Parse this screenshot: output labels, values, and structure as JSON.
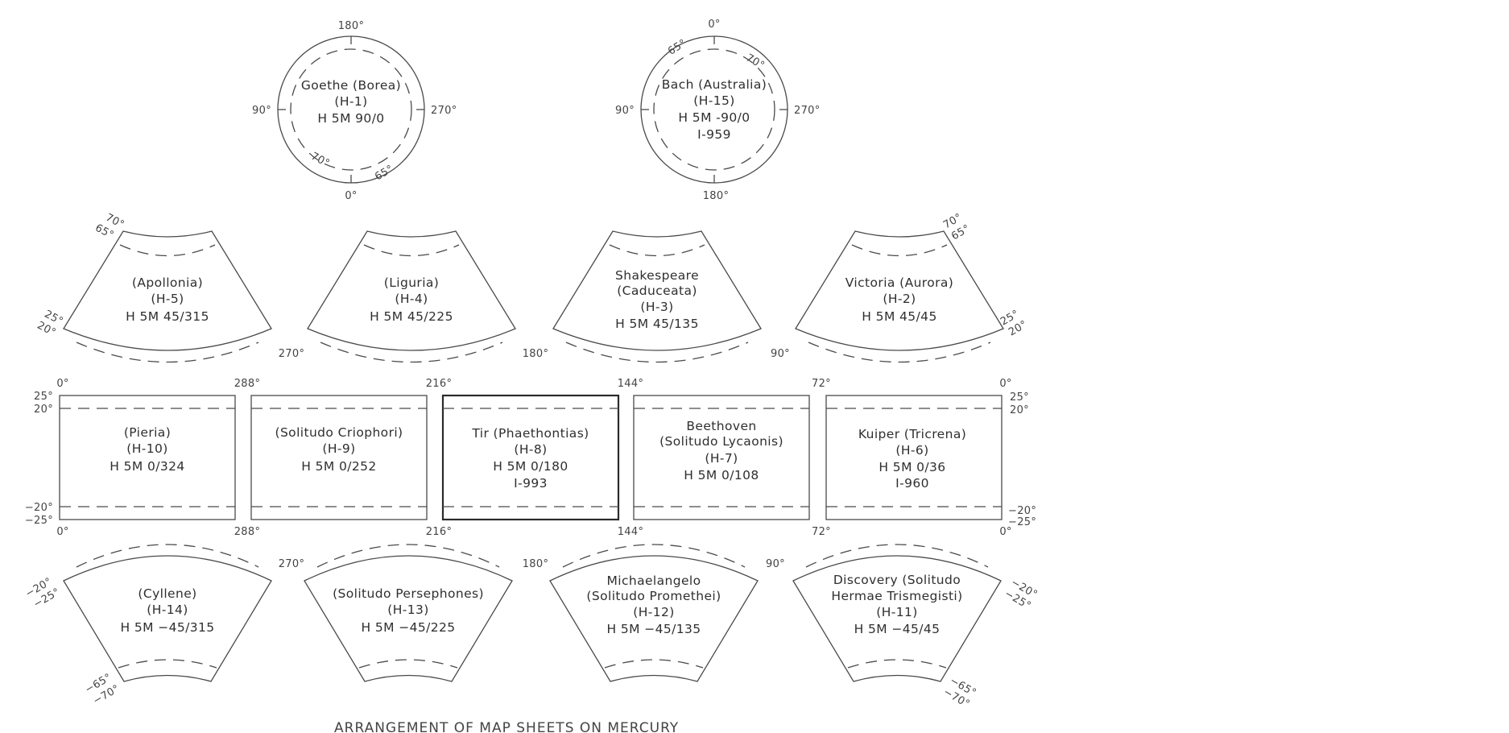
{
  "title": "ARRANGEMENT OF MAP SHEETS ON MERCURY",
  "polar": {
    "north": {
      "lines": [
        "Goethe (Borea)",
        "(H-1)",
        "H 5M 90/0"
      ],
      "deg": {
        "top": "180°",
        "bottom": "0°",
        "left": "90°",
        "right": "270°",
        "lat70": "70°",
        "lat65": "65°"
      }
    },
    "south": {
      "lines": [
        "Bach (Australia)",
        "(H-15)",
        "H 5M -90/0",
        "I-959"
      ],
      "deg": {
        "top": "0°",
        "bottom": "180°",
        "left": "90°",
        "right": "270°",
        "lat65": "65°",
        "lat70": "70°"
      }
    }
  },
  "north_fans": [
    {
      "lines": [
        "(Apollonia)",
        "(H-5)",
        "H 5M 45/315"
      ]
    },
    {
      "lines": [
        "(Liguria)",
        "(H-4)",
        "H 5M 45/225"
      ]
    },
    {
      "lines": [
        "Shakespeare",
        "(Caduceata)",
        "(H-3)",
        "H 5M 45/135"
      ]
    },
    {
      "lines": [
        "Victoria (Aurora)",
        "(H-2)",
        "H 5M 45/45"
      ]
    }
  ],
  "north_fan_deg": {
    "l70": "70°",
    "l65": "65°",
    "l25": "25°",
    "l20": "20°",
    "f1": "270°",
    "f2": "180°",
    "f3": "90°",
    "r70": "70°",
    "r65": "65°",
    "r25": "25°",
    "r20": "20°"
  },
  "equatorial": [
    {
      "lines": [
        "(Pieria)",
        "(H-10)",
        "H 5M 0/324"
      ]
    },
    {
      "lines": [
        "(Solitudo Criophori)",
        "(H-9)",
        "H 5M 0/252"
      ]
    },
    {
      "lines": [
        "Tir  (Phaethontias)",
        "(H-8)",
        "H 5M 0/180",
        "I-993"
      ]
    },
    {
      "lines": [
        "Beethoven",
        "(Solitudo Lycaonis)",
        "(H-7)",
        "H 5M 0/108"
      ]
    },
    {
      "lines": [
        "Kuiper (Tricrena)",
        "(H-6)",
        "H 5M 0/36",
        "I-960"
      ]
    }
  ],
  "equatorial_deg": {
    "top": [
      "0°",
      "288°",
      "216°",
      "144°",
      "72°",
      "0°"
    ],
    "bottom": [
      "0°",
      "288°",
      "216°",
      "144°",
      "72°",
      "0°"
    ],
    "left": [
      "25°",
      "20°",
      "−20°",
      "−25°"
    ],
    "right": [
      "25°",
      "20°",
      "−20°",
      "−25°"
    ]
  },
  "south_fans": [
    {
      "lines": [
        "(Cyllene)",
        "(H-14)",
        "H 5M −45/315"
      ]
    },
    {
      "lines": [
        "(Solitudo Persephones)",
        "(H-13)",
        "H 5M −45/225"
      ]
    },
    {
      "lines": [
        "Michaelangelo",
        "(Solitudo Promethei)",
        "(H-12)",
        "H 5M −45/135"
      ]
    },
    {
      "lines": [
        "Discovery (Solitudo",
        "Hermae Trismegisti)",
        "(H-11)",
        "H 5M −45/45"
      ]
    }
  ],
  "south_fan_deg": {
    "l20": "−20°",
    "l25": "−25°",
    "l65": "−65°",
    "l70": "−70°",
    "f1": "270°",
    "f2": "180°",
    "f3": "90°",
    "r20": "−20°",
    "r25": "−25°",
    "r65": "−65°",
    "r70": "−70°"
  }
}
